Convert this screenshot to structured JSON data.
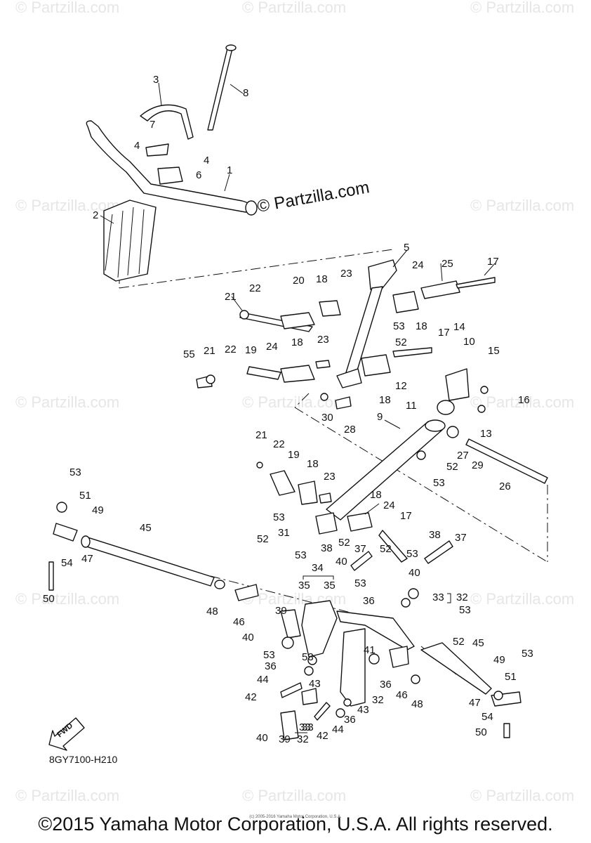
{
  "watermark": {
    "text": "© Partzilla.com",
    "main_text": "© Partzilla.com"
  },
  "fwd_label": "FWD",
  "ref_code": "8GY7100-H210",
  "copyright": "©2015 Yamaha Motor Corporation, U.S.A. All rights reserved.",
  "small_print": "(c) 2005-2016 Yamaha Motor Corporation, U.S.A.",
  "callouts": [
    "1",
    "2",
    "3",
    "4",
    "4",
    "5",
    "6",
    "7",
    "8",
    "9",
    "10",
    "11",
    "12",
    "13",
    "14",
    "15",
    "16",
    "17",
    "17",
    "17",
    "18",
    "18",
    "18",
    "18",
    "18",
    "18",
    "19",
    "19",
    "20",
    "21",
    "21",
    "21",
    "22",
    "22",
    "22",
    "23",
    "23",
    "23",
    "24",
    "24",
    "24",
    "25",
    "26",
    "27",
    "28",
    "29",
    "30",
    "31",
    "32",
    "32",
    "32",
    "33",
    "33",
    "33",
    "34",
    "35",
    "35",
    "36",
    "36",
    "36",
    "36",
    "37",
    "37",
    "38",
    "38",
    "39",
    "39",
    "40",
    "40",
    "40",
    "40",
    "41",
    "42",
    "42",
    "43",
    "43",
    "44",
    "44",
    "45",
    "45",
    "46",
    "46",
    "47",
    "47",
    "48",
    "48",
    "49",
    "49",
    "50",
    "50",
    "51",
    "51",
    "52",
    "52",
    "52",
    "52",
    "52",
    "52",
    "53",
    "53",
    "53",
    "53",
    "53",
    "53",
    "53",
    "53",
    "53",
    "53",
    "53",
    "54",
    "54",
    "55"
  ]
}
